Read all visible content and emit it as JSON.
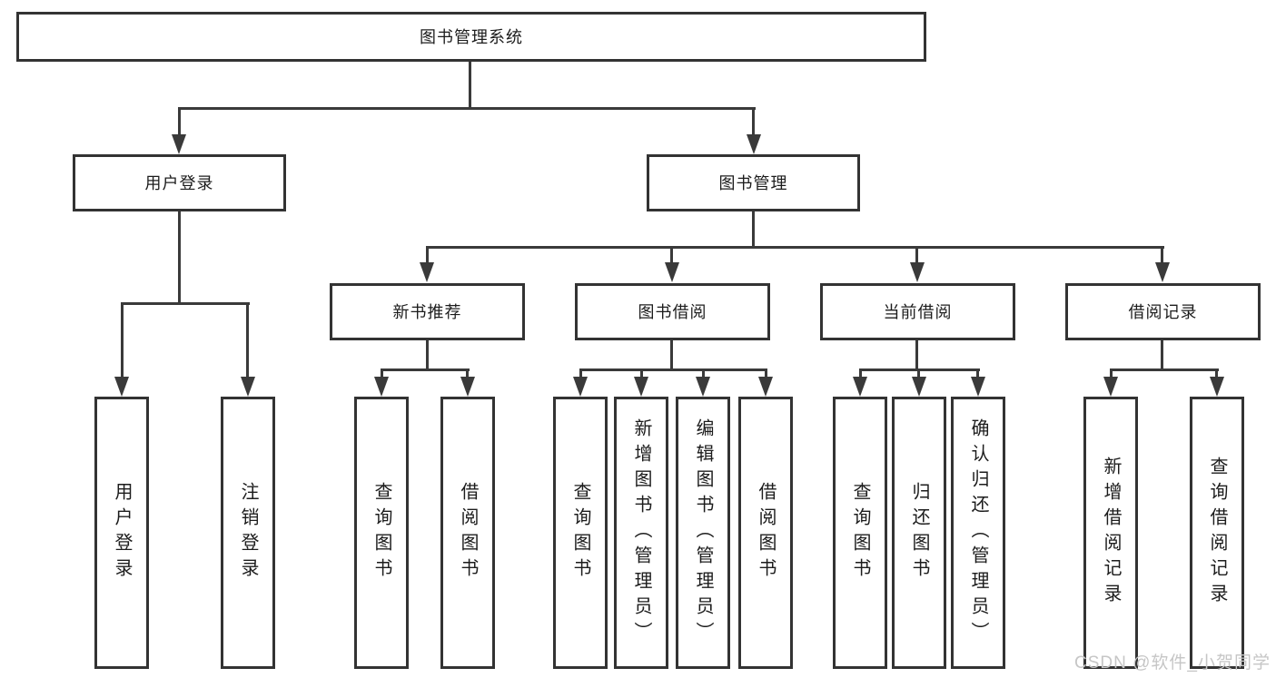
{
  "diagram_title": "图书管理系统",
  "nodes": {
    "root": {
      "label": "图书管理系统"
    },
    "user_login": {
      "label": "用户登录"
    },
    "book_mgmt": {
      "label": "图书管理"
    },
    "leaf_user_login": {
      "label": "用户登录"
    },
    "leaf_logout": {
      "label": "注销登录"
    },
    "new_books": {
      "label": "新书推荐"
    },
    "book_borrow": {
      "label": "图书借阅"
    },
    "current_borrow": {
      "label": "当前借阅"
    },
    "borrow_records": {
      "label": "借阅记录"
    },
    "nb_query": {
      "label": "查询图书"
    },
    "nb_borrow": {
      "label": "借阅图书"
    },
    "bb_query": {
      "label": "查询图书"
    },
    "bb_add": {
      "label": "新增图书（管理员）"
    },
    "bb_edit": {
      "label": "编辑图书（管理员）"
    },
    "bb_borrow": {
      "label": "借阅图书"
    },
    "cb_query": {
      "label": "查询图书"
    },
    "cb_return": {
      "label": "归还图书"
    },
    "cb_confirm": {
      "label": "确认归还（管理员）"
    },
    "br_add": {
      "label": "新增借阅记录"
    },
    "br_query": {
      "label": "查询借阅记录"
    }
  },
  "colors": {
    "line": "#3a3a3a",
    "box_border": "#333333",
    "text": "#1c1c1c",
    "watermark_text": "#c6c6c6",
    "background": "#ffffff"
  },
  "watermark": "CSDN @软件_小贺同学"
}
